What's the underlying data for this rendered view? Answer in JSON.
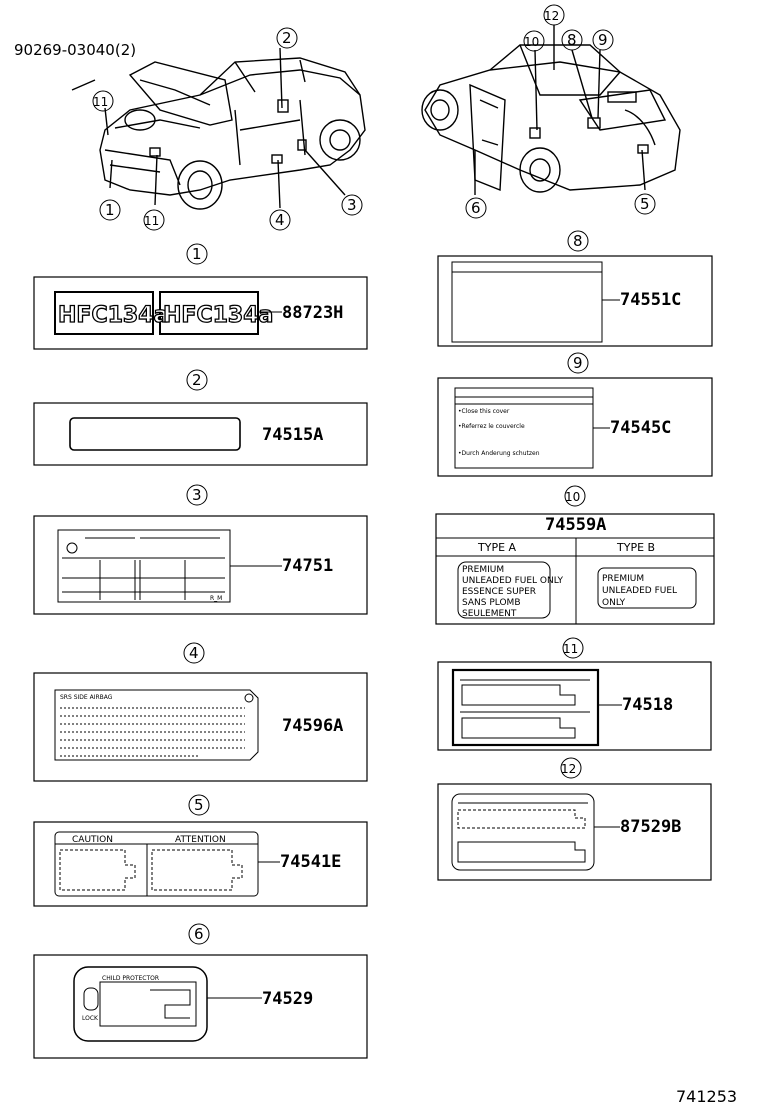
{
  "top_part": "90269-03040(2)",
  "callout_numbers": {
    "n1": "1",
    "n2": "2",
    "n3": "3",
    "n4": "4",
    "n5": "5",
    "n6": "6",
    "n8": "8",
    "n9": "9",
    "n10": "10",
    "n11": "11",
    "n12": "12"
  },
  "labels": {
    "l1": {
      "number": "1",
      "part": "88723H",
      "text": "HFC134a"
    },
    "l2": {
      "number": "2",
      "part": "74515A"
    },
    "l3": {
      "number": "3",
      "part": "74751"
    },
    "l4": {
      "number": "4",
      "part": "74596A",
      "header": "SRS SIDE AIRBAG"
    },
    "l5": {
      "number": "5",
      "part": "74541E",
      "caution": "CAUTION",
      "attention": "ATTENTION"
    },
    "l6": {
      "number": "6",
      "part": "74529",
      "title": "CHILD PROTECTOR",
      "lock": "LOCK"
    },
    "l8": {
      "number": "8",
      "part": "74551C"
    },
    "l9": {
      "number": "9",
      "part": "74545C",
      "lines": [
        "•Close this cover",
        "•Referrez le couvercle",
        "•Durch Anderung schutzen"
      ]
    },
    "l10": {
      "number": "10",
      "part": "74559A",
      "type_a": "TYPE A",
      "type_b": "TYPE B",
      "a_lines": [
        "PREMIUM",
        "UNLEADED FUEL ONLY",
        "ESSENCE SUPER",
        "SANS PLOMB",
        "SEULEMENT"
      ],
      "b_lines": [
        "PREMIUM",
        "UNLEADED FUEL",
        "ONLY"
      ]
    },
    "l11": {
      "number": "11",
      "part": "74518"
    },
    "l12": {
      "number": "12",
      "part": "87529B"
    }
  },
  "diagram_id": "741253"
}
